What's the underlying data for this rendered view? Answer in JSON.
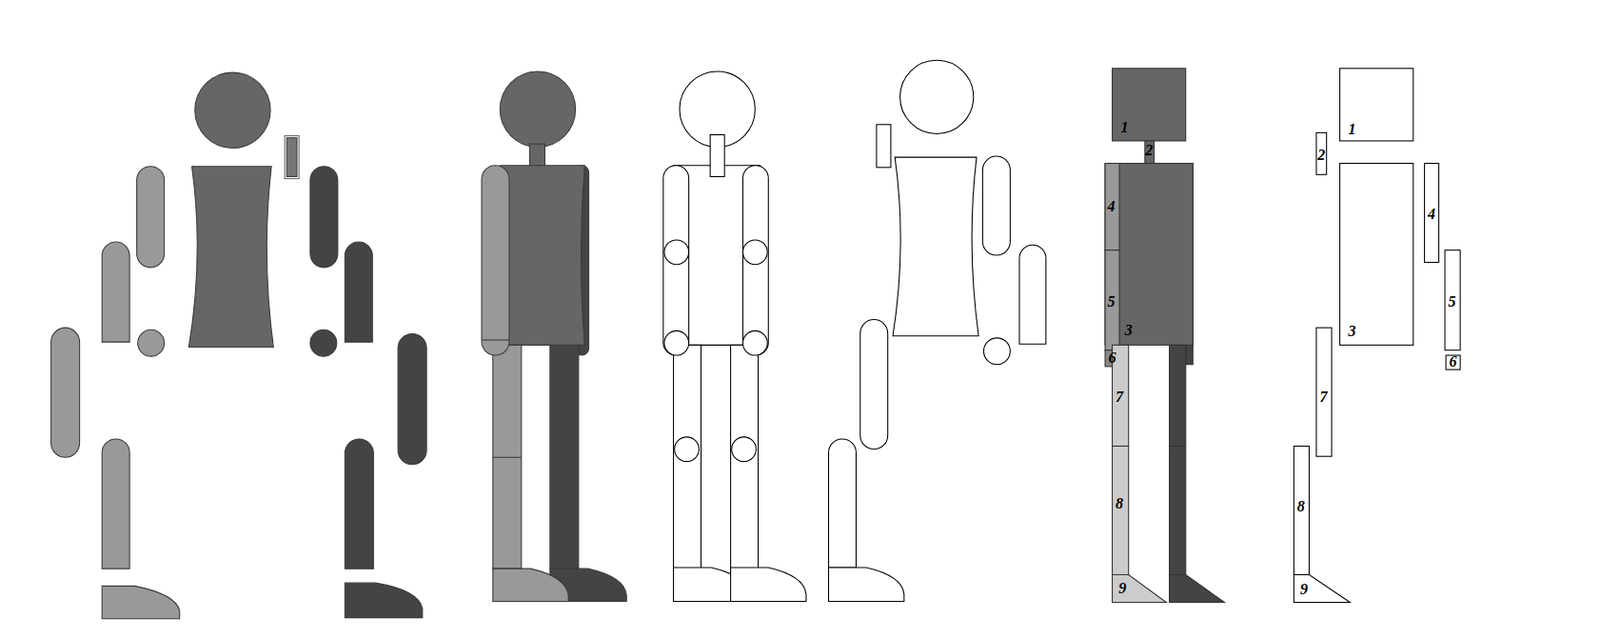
{
  "diagram": {
    "labels": [
      "1",
      "2",
      "4",
      "5",
      "3",
      "6",
      "7",
      "8",
      "9",
      "1",
      "2",
      "4",
      "5",
      "3",
      "6",
      "7",
      "8",
      "9"
    ]
  }
}
